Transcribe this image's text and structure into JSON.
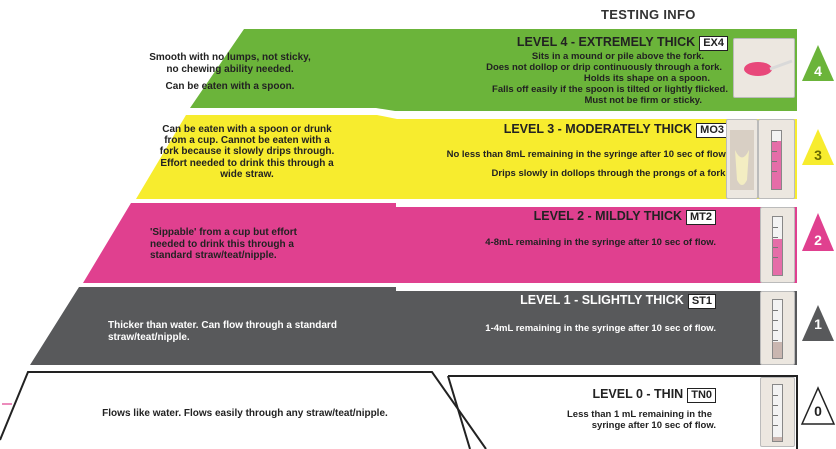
{
  "header": {
    "title": "TESTING INFO"
  },
  "levels": {
    "l4": {
      "title": "LEVEL 4 - EXTREMELY THICK",
      "code": "EX4",
      "color": "#6bb43a",
      "left_lines": [
        "Smooth with no lumps, not sticky,",
        "no chewing ability needed.",
        "Can be eaten with a spoon."
      ],
      "right_lines": [
        "Sits in a mound or pile above the fork.",
        "Does not dollop or drip continuously through a fork.",
        "Holds its shape on a spoon.",
        "Falls off easily if the spoon is tilted or lightly flicked.",
        "Must not be firm or sticky."
      ],
      "badge": "4"
    },
    "l3": {
      "title": "LEVEL 3 - MODERATELY THICK",
      "code": "MO3",
      "color": "#f7ec2e",
      "left_lines": [
        "Can be eaten with a spoon or drunk",
        "from a cup. Cannot be eaten with a",
        "fork because it slowly drips through.",
        "Effort needed to drink this through a",
        "wide straw."
      ],
      "right_lines": [
        "No less than 8mL remaining in the syringe after 10 sec of flow.",
        "Drips slowly in dollops through the prongs of a fork."
      ],
      "badge": "3"
    },
    "l2": {
      "title": "LEVEL 2 - MILDLY THICK",
      "code": "MT2",
      "color": "#e0408f",
      "left_lines": [
        "'Sippable' from a cup but effort",
        "needed to drink this through a",
        "standard straw/teat/nipple."
      ],
      "right_lines": [
        "4-8mL remaining in the syringe after 10 sec of flow."
      ],
      "badge": "2"
    },
    "l1": {
      "title": "LEVEL 1 - SLIGHTLY THICK",
      "code": "ST1",
      "color": "#58595b",
      "left_lines": [
        "Thicker than water. Can flow through a standard",
        "straw/teat/nipple."
      ],
      "right_lines": [
        "1-4mL remaining in the syringe after 10 sec of flow."
      ],
      "badge": "1"
    },
    "l0": {
      "title": "LEVEL 0 - THIN",
      "code": "TN0",
      "color": "#ffffff",
      "left_lines": [
        "Flows like water. Flows easily through any straw/teat/nipple."
      ],
      "right_lines": [
        "Less than 1 mL remaining in the",
        "syringe after 10 sec of flow."
      ],
      "badge": "0"
    }
  }
}
